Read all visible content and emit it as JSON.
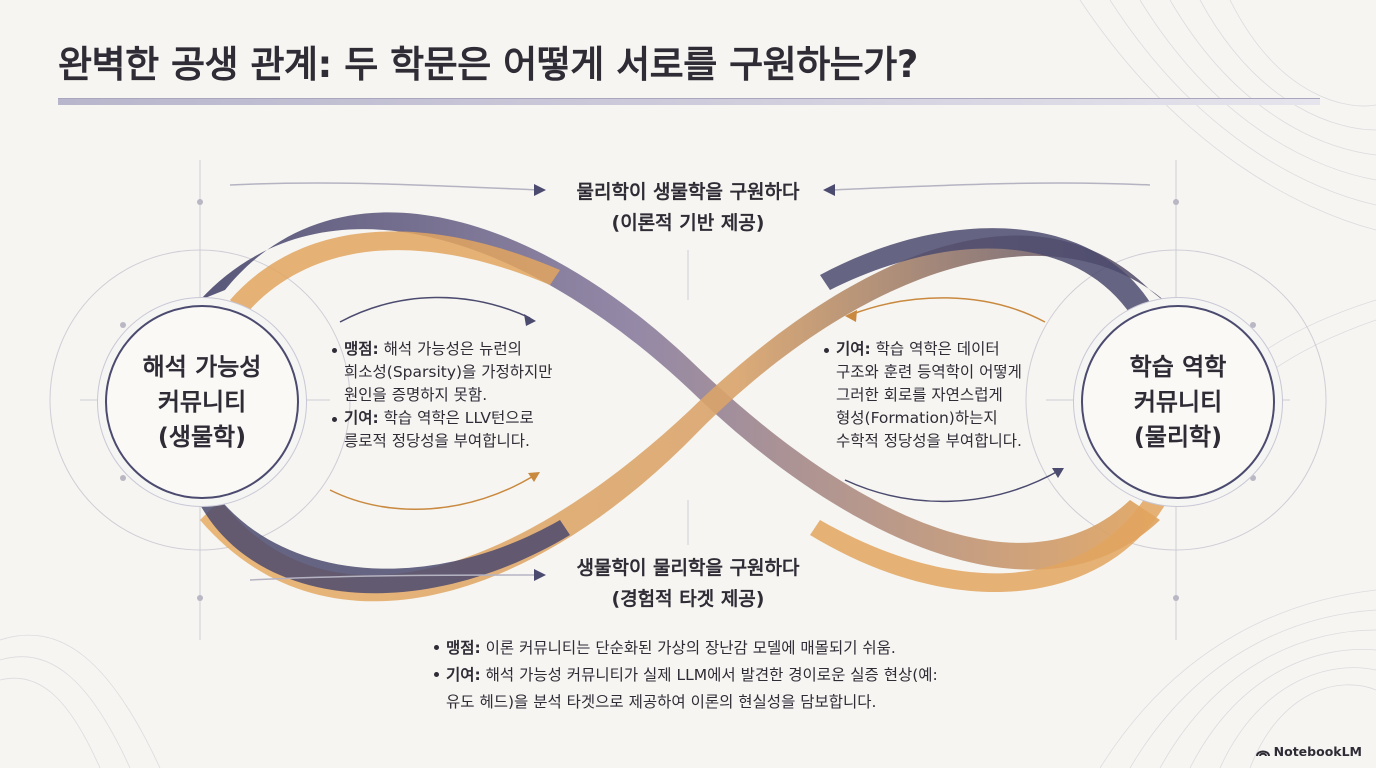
{
  "title": "완벽한 공생 관계: 두 학문은 어떻게 서로를 구원하는가?",
  "nodes": {
    "left": [
      "해석 가능성",
      "커뮤니티",
      "(생물학)"
    ],
    "right": [
      "학습 역학",
      "커뮤니티",
      "(물리학)"
    ]
  },
  "flows": {
    "top": [
      "물리학이 생물학을 구원하다",
      "(이론적 기반 제공)"
    ],
    "bottom": [
      "생물학이 물리학을 구원하다",
      "(경험적 타겟 제공)"
    ]
  },
  "left_notes": {
    "blind_spot_key": "맹점:",
    "blind_spot_line1": "해석 가능성은 뉴런의",
    "blind_spot_line2": "희소성(Sparsity)을 가정하지만",
    "blind_spot_line3": "원인을 증명하지 못함.",
    "contrib_key": "기여:",
    "contrib_line1": "학습 역학은 LLV턴으로",
    "contrib_line2": "릉로적 정당성을 부여합니다."
  },
  "right_notes": {
    "contrib_key": "기여:",
    "contrib_line1": "학습 역학은 데이터",
    "contrib_line2": "구조와 훈련 등역학이 어떻게",
    "contrib_line3": "그러한 회로를 자연스럽게",
    "contrib_line4": "형성(Formation)하는지",
    "contrib_line5": "수학적 정당성을 부여합니다."
  },
  "bottom_notes": {
    "blind_spot_key": "맹점:",
    "blind_spot_text": "이론 커뮤니티는 단순화된 가상의 장난감 모델에 매몰되기 쉬움.",
    "contrib_key": "기여:",
    "contrib_line1": "해석 가능성 커뮤니티가 실제 LLM에서 발견한 경이로운 실증 현상(예:",
    "contrib_line2": "유도 헤드)을 분석 타겟으로 제공하여 이론의 현실성을 담보합니다."
  },
  "brand": "NotebookLM",
  "colors": {
    "indigo": "#4b4a6f",
    "amber": "#e2a55f",
    "ink": "#2f2c36"
  }
}
